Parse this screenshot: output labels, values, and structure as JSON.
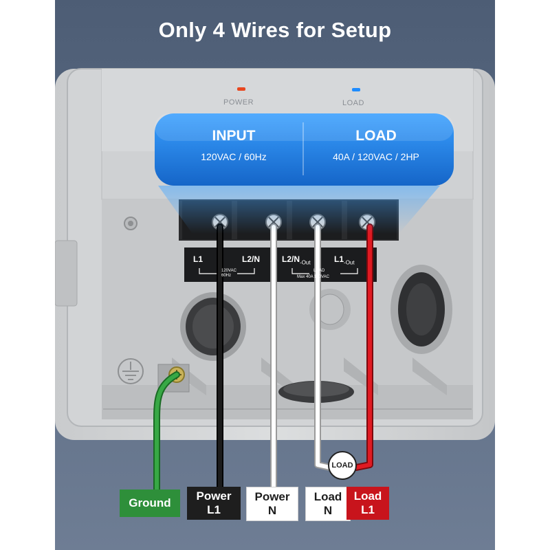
{
  "headline": "Only 4 Wires for Setup",
  "indicators": {
    "power": "POWER",
    "load": "LOAD",
    "power_color": "#e8471f",
    "load_color": "#1e8cff"
  },
  "banner": {
    "input_title": "INPUT",
    "input_spec": "120VAC / 60Hz",
    "load_title": "LOAD",
    "load_spec": "40A / 120VAC / 2HP",
    "color": "#1a7fe0"
  },
  "terminals": {
    "l1": "L1",
    "l2n": "L2/N",
    "l2n_out": "L2/N",
    "l1_out": "L1",
    "out_suffix": "Out",
    "input_rating": "120VAC\n60Hz",
    "load_rating_1": "LOAD",
    "load_rating_2": "Max 40A 120VAC"
  },
  "load_badge": "LOAD",
  "wire_labels": [
    {
      "line1": "Ground",
      "line2": "",
      "color": "#2e8f3a"
    },
    {
      "line1": "Power",
      "line2": "L1",
      "color": "#1e1e1e"
    },
    {
      "line1": "Power",
      "line2": "N",
      "color": "#ffffff"
    },
    {
      "line1": "Load",
      "line2": "N",
      "color": "#ffffff"
    },
    {
      "line1": "Load",
      "line2": "L1",
      "color": "#c8141c"
    }
  ],
  "icons": [
    "ground-symbol-icon",
    "screw-icon",
    "grommet-icon"
  ]
}
